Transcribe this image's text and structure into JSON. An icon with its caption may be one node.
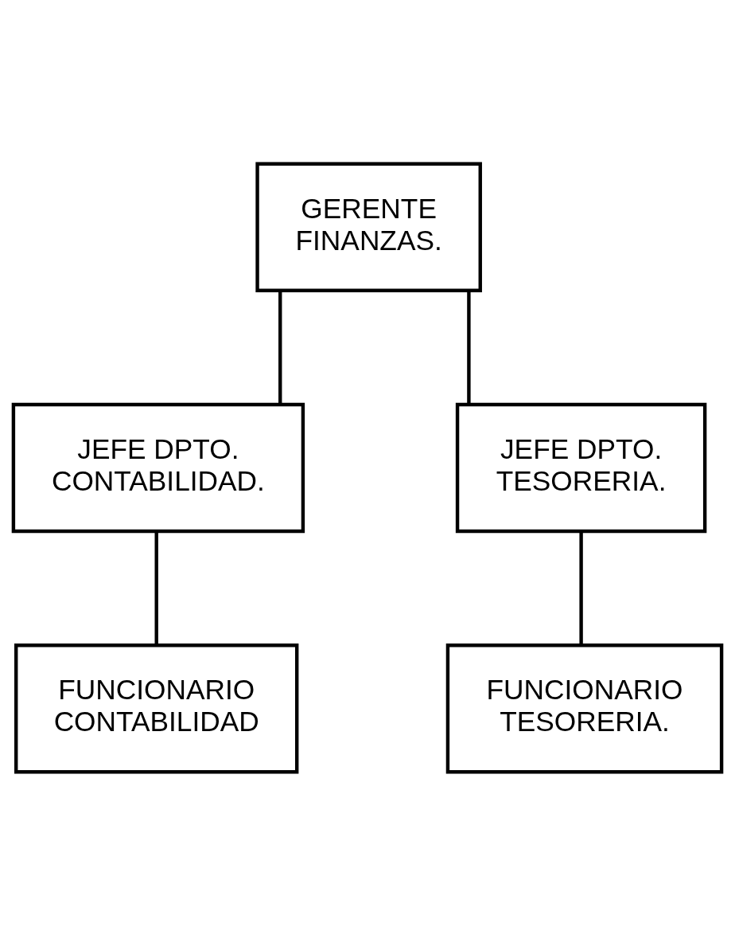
{
  "diagram": {
    "nodes": [
      {
        "text": [
          "GERENTE FINANZAS."
        ]
      },
      {
        "text": [
          "JEFE DPTO. CONTABILIDAD."
        ]
      },
      {
        "text": [
          "JEFE DPTO. TESORERIA."
        ]
      },
      {
        "text": [
          "FUNCIONARIO CONTABILIDAD"
        ]
      },
      {
        "text": [
          "FUNCIONARIO TESORERIA."
        ]
      }
    ],
    "edges": [
      {
        "from": 0,
        "to": 1,
        "arrow": "none"
      },
      {
        "from": 0,
        "to": 2,
        "arrow": "none"
      },
      {
        "from": 1,
        "to": 3,
        "arrow": "none"
      },
      {
        "from": 2,
        "to": 4,
        "arrow": "none"
      }
    ]
  }
}
